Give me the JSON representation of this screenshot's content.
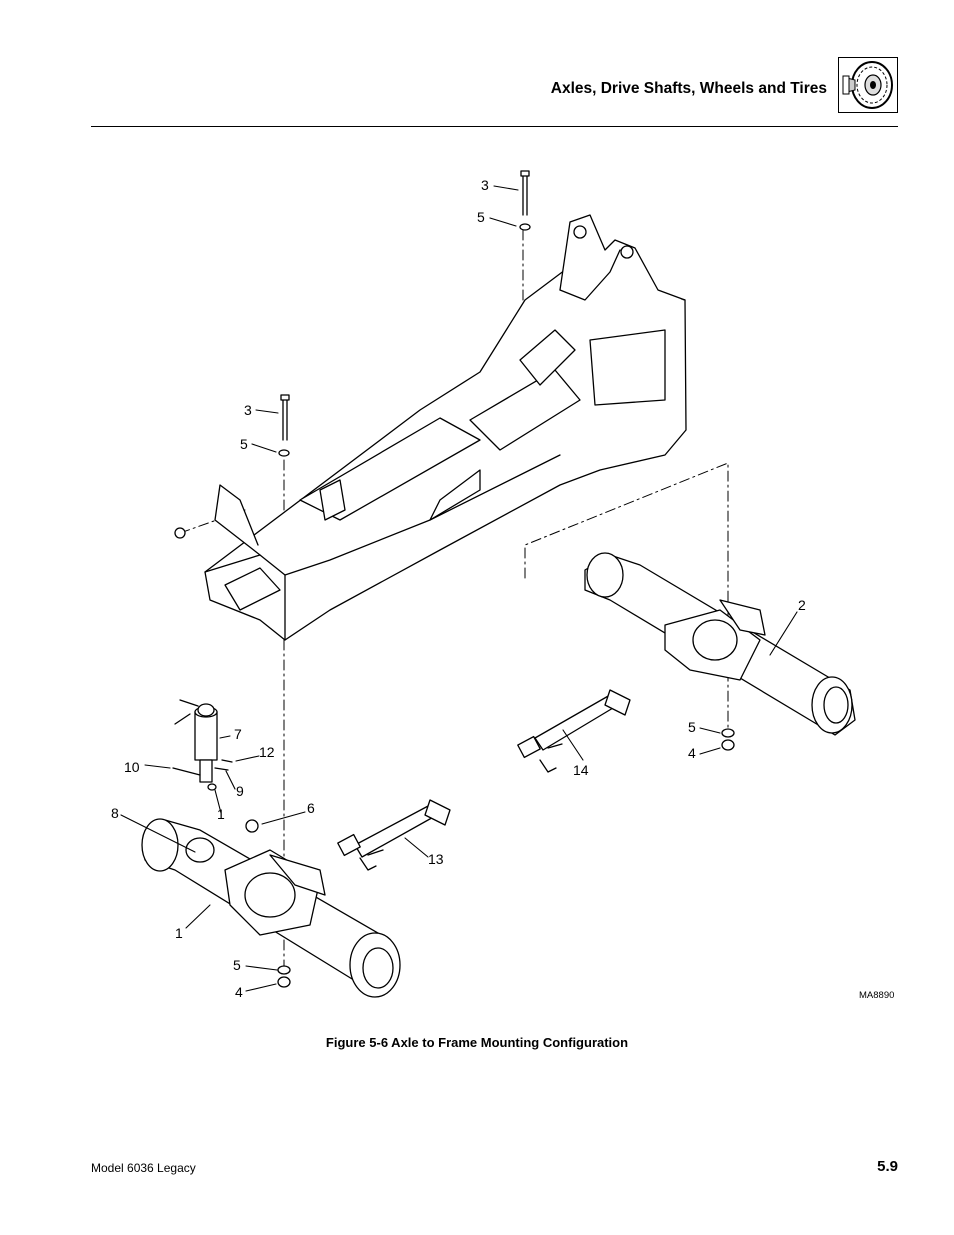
{
  "header": {
    "title": "Axles, Drive Shafts, Wheels and Tires",
    "icon": "tire-icon"
  },
  "figure": {
    "callouts": [
      "3",
      "5",
      "3",
      "5",
      "2",
      "5",
      "4",
      "7",
      "12",
      "10",
      "9",
      "14",
      "8",
      "1",
      "6",
      "13",
      "1",
      "5",
      "4"
    ],
    "drawing_id": "MA8890",
    "caption": "Figure 5-6  Axle to Frame Mounting Configuration"
  },
  "footer": {
    "model": "Model  6036 Legacy",
    "page": "5.9"
  }
}
